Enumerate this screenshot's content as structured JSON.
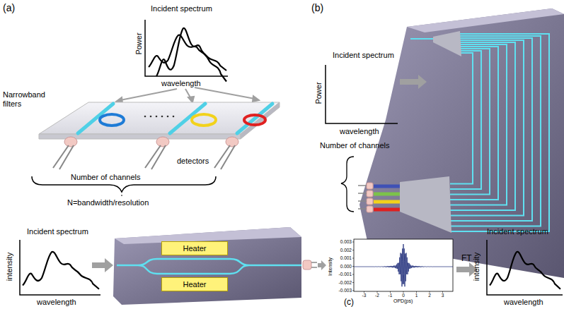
{
  "diagram": {
    "nodes": [
      {
        "text": [
          "Heater"
        ]
      },
      {
        "text": [
          "Heater"
        ]
      }
    ],
    "labels": [
      "(a)",
      "Incident spectrum",
      "Power",
      "wavelength",
      "Narrowband filters",
      "detectors",
      "Number of channels",
      "N=bandwidth/resolution",
      "(b)",
      "Incident spectrum",
      "Power",
      "wavelength",
      "Number of channels",
      "Incident spectrum",
      "intensity",
      "wavelength",
      "0.003",
      "0.002",
      "0.001",
      "0.000",
      "-0.001",
      "-0.002",
      "-0.003",
      "-3",
      "-2",
      "-1",
      "0",
      "1",
      "2",
      "3",
      "OPD(ps)",
      "Intensity",
      "FT",
      "Incident spectrum",
      "intensity",
      "wavelength",
      "(c)"
    ]
  }
}
